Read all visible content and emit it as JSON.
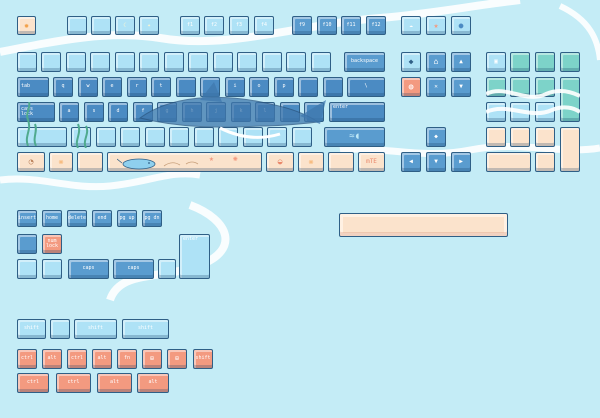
{
  "colors": {
    "background": "#c4ecf6",
    "keycap_light": "#aee2f6",
    "keycap_mid": "#8fcfee",
    "keycap_dark": "#5a9ccf",
    "keycap_peach": "#fbe3cc",
    "keycap_coral": "#f39a80",
    "outline": "#2f5f86"
  },
  "fn_row": [
    {
      "id": "f1",
      "label": "f1"
    },
    {
      "id": "f2",
      "label": "f2"
    },
    {
      "id": "f3",
      "label": "f3"
    },
    {
      "id": "f4",
      "label": "f4"
    },
    {
      "id": "f9",
      "label": "f9"
    },
    {
      "id": "f10",
      "label": "f10"
    },
    {
      "id": "f11",
      "label": "f11"
    },
    {
      "id": "f12",
      "label": "f12"
    }
  ],
  "main_labels": {
    "backspace": "backspace",
    "tab": "tab",
    "caps_lock": "caps\nlock",
    "enter": "enter"
  },
  "main_legends": {
    "q": "q",
    "w": "w",
    "e": "e",
    "r": "r",
    "t": "t",
    "i": "i",
    "o": "o",
    "p": "p",
    "a": "a",
    "s": "s",
    "d": "d",
    "f": "f",
    "g": "g",
    "h": "h",
    "j": "j",
    "k": "k",
    "l": "l",
    "backslash": "\\"
  },
  "bottom_row_text": {
    "mte_badge": "mTE"
  },
  "nav_icons": [
    "fish-icon",
    "home-icon",
    "up-arrow-icon",
    "shell-icon",
    "close-x-icon",
    "down-arrow-icon"
  ],
  "arrow_icons": [
    "fish-icon",
    "carrot-fish-icon",
    "fish-icon",
    "fish-icon"
  ],
  "extras": {
    "nav_row": [
      {
        "id": "insert",
        "label": "insert"
      },
      {
        "id": "home",
        "label": "home"
      },
      {
        "id": "delete",
        "label": "delete"
      },
      {
        "id": "end",
        "label": "end"
      },
      {
        "id": "page_up",
        "label": "pg up"
      },
      {
        "id": "page_down",
        "label": "pg dn"
      }
    ],
    "caps_coral": "num\nlock",
    "capsa": "caps",
    "capsb": "caps",
    "enter": "enter",
    "shift_row": [
      "shift",
      "shift",
      "shift"
    ],
    "mods_row1": [
      "ctrl",
      "alt",
      "ctrl",
      "alt",
      "fn",
      "",
      "",
      "shift"
    ],
    "mods_row2": [
      "ctrl",
      "ctrl",
      "alt",
      "alt"
    ]
  }
}
